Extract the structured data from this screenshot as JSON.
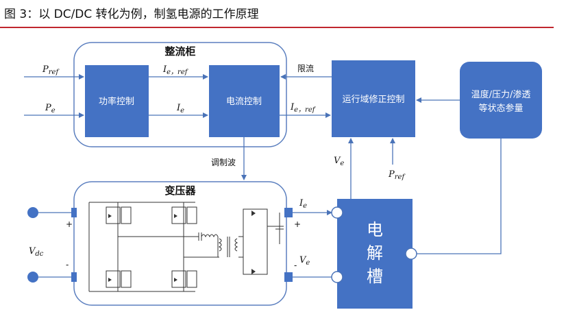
{
  "title": "图 3：以 DC/DC 转化为例，制氢电源的工作原理",
  "colors": {
    "accent_red": "#c0262e",
    "block_blue": "#4472c4",
    "line_blue": "#4a73b8",
    "group_border": "#5b7fbf"
  },
  "groups": {
    "rectifier_cabinet": "整流柜",
    "transformer": "变压器"
  },
  "blocks": {
    "power_control": "功率控制",
    "current_control": "电流控制",
    "online_correction": "运行域修正控制",
    "state_params_line1": "温度/压力/渗透",
    "state_params_line2": "等状态参量",
    "electrolyzer": [
      "电",
      "解",
      "槽"
    ]
  },
  "signals": {
    "p_ref_main": "P",
    "p_ref_sub": "ref",
    "p_e_main": "P",
    "p_e_sub": "e",
    "ie_ref_main": "I",
    "ie_ref_sub": "e，ref",
    "ie_main": "I",
    "ie_sub": "e",
    "limit": "限流",
    "ie_ref_out_main": "I",
    "ie_ref_out_sub": "e，ref",
    "modulation": "调制波",
    "ve_main": "V",
    "ve_sub": "e",
    "p_ref2_main": "P",
    "p_ref2_sub": "ref",
    "ie_out_main": "I",
    "ie_out_sub": "e",
    "ve_out_main": "V",
    "ve_out_sub": "e",
    "vdc_main": "V",
    "vdc_sub": "dc",
    "plus_in": "+",
    "minus_in": "-",
    "plus_out": "+",
    "minus_out": "-"
  }
}
